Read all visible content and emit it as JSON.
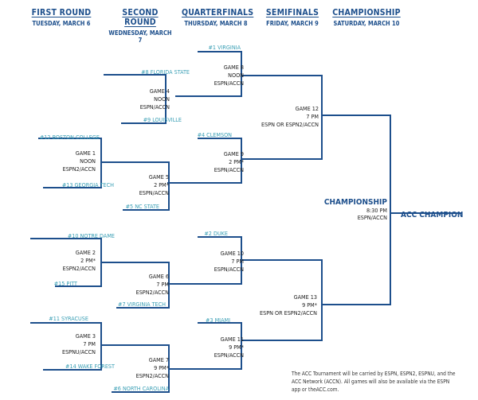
{
  "rounds": [
    {
      "name": "FIRST ROUND",
      "date": "TUESDAY, MARCH 6"
    },
    {
      "name": "SECOND ROUND",
      "date": "WEDNESDAY, MARCH 7"
    },
    {
      "name": "QUARTERFINALS",
      "date": "THURSDAY, MARCH 8"
    },
    {
      "name": "SEMIFINALS",
      "date": "FRIDAY, MARCH 9"
    },
    {
      "name": "CHAMPIONSHIP",
      "date": "SATURDAY, MARCH 10"
    }
  ],
  "teams": {
    "virginia": "#1 VIRGINIA",
    "florida_state": "#8 FLORIDA STATE",
    "louisville": "#9 LOUISVILLE",
    "clemson": "#4 CLEMSON",
    "boston_college": "#12 BOSTON COLLEGE",
    "georgia_tech": "#13 GEORGIA TECH",
    "nc_state": "#5 NC STATE",
    "notre_dame": "#10 NOTRE DAME",
    "duke": "#2 DUKE",
    "pitt": "#15 PITT",
    "virginia_tech": "#7 VIRGINIA TECH",
    "syracuse": "#11 SYRACUSE",
    "miami": "#3 MIAMI",
    "wake_forest": "#14 WAKE FOREST",
    "north_carolina": "#6 NORTH CAROLINA"
  },
  "games": {
    "g1": [
      "GAME 1",
      "NOON",
      "ESPN2/ACCN"
    ],
    "g2": [
      "GAME 2",
      "2 PM*",
      "ESPN2/ACCN"
    ],
    "g3": [
      "GAME 3",
      "7 PM",
      "ESPNU/ACCN"
    ],
    "g4": [
      "GAME 4",
      "NOON",
      "ESPN/ACCN"
    ],
    "g5": [
      "GAME 5",
      "2 PM*",
      "ESPN/ACCN"
    ],
    "g6": [
      "GAME 6",
      "7 PM",
      "ESPN2/ACCN"
    ],
    "g7": [
      "GAME 7",
      "9 PM*",
      "ESPN2/ACCN"
    ],
    "g8": [
      "GAME 8",
      "NOON",
      "ESPN/ACCN"
    ],
    "g9": [
      "GAME 9",
      "2 PM*",
      "ESPN/ACCN"
    ],
    "g10": [
      "GAME 10",
      "7 PM",
      "ESPN/ACCN"
    ],
    "g11": [
      "GAME 11",
      "9 PM*",
      "ESPN/ACCN"
    ],
    "g12": [
      "GAME 12",
      "7 PM",
      "ESPN OR ESPN2/ACCN"
    ],
    "g13": [
      "GAME 13",
      "9 PM*",
      "ESPN OR ESPN2/ACCN"
    ]
  },
  "championship": {
    "title": "CHAMPIONSHIP",
    "time": "8:30 PM",
    "network": "ESPN/ACCN"
  },
  "champion": "ACC CHAMPION",
  "footnote": [
    "The ACC Tournament will be carried by ESPN, ESPN2, ESPNU, and the",
    "ACC Network (ACCN). All games will also be available via the ESPN",
    "app or theACC.com."
  ],
  "colors": {
    "lines": "#1d4f8c",
    "seed_text": "#3a9fb5",
    "heading": "#1d4f8c"
  }
}
